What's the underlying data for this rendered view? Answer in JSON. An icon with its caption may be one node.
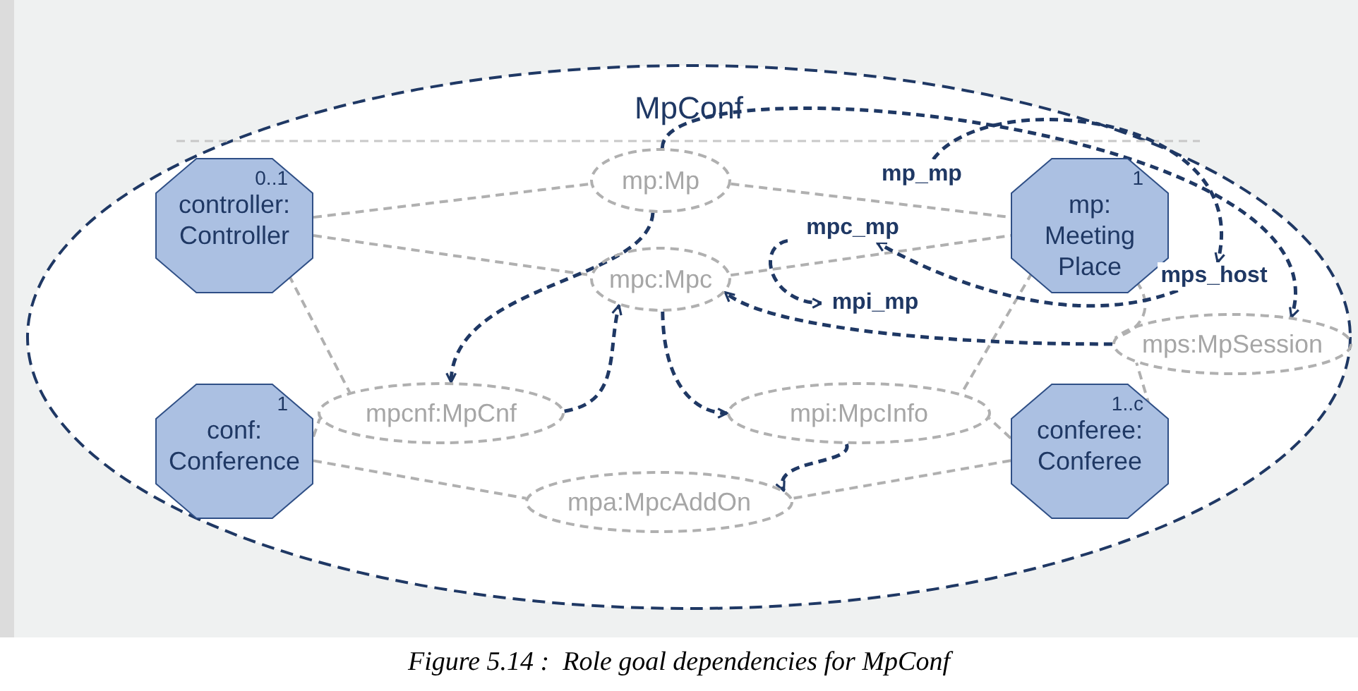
{
  "diagram": {
    "caption": "Figure 5.14 :  Role goal dependencies for MpConf",
    "nodes": [
      {
        "text": [
          "MpConf"
        ]
      },
      {
        "text": [
          "0..1",
          "controller: Controller"
        ],
        "in": 0
      },
      {
        "text": [
          "1",
          "conf: Conference"
        ],
        "in": 0
      },
      {
        "text": [
          "1",
          "mp: Meeting Place"
        ],
        "in": 0
      },
      {
        "text": [
          "1..c",
          "conferee: Conferee"
        ],
        "in": 0
      },
      {
        "text": [
          "mp:Mp"
        ],
        "in": 0
      },
      {
        "text": [
          "mpc:Mpc"
        ],
        "in": 0
      },
      {
        "text": [
          "mpcnf:MpCnf"
        ],
        "in": 0
      },
      {
        "text": [
          "mpi:MpcInfo"
        ],
        "in": 0
      },
      {
        "text": [
          "mpa:MpcAddOn"
        ],
        "in": 0
      },
      {
        "text": [
          "mps:MpSession"
        ],
        "in": 0
      },
      {
        "text": [
          "mp_mp"
        ],
        "in": 0
      },
      {
        "text": [
          "mpc_mp"
        ],
        "in": 0
      },
      {
        "text": [
          "mpi_mp"
        ],
        "in": 0
      },
      {
        "text": [
          "mps_host"
        ],
        "in": 0
      }
    ],
    "edges": [
      {
        "from": 1,
        "to": 5,
        "arrow": "none",
        "style": "dashed"
      },
      {
        "from": 1,
        "to": 6,
        "arrow": "none",
        "style": "dashed"
      },
      {
        "from": 1,
        "to": 7,
        "arrow": "none",
        "style": "dashed"
      },
      {
        "from": 2,
        "to": 7,
        "arrow": "none",
        "style": "dashed"
      },
      {
        "from": 2,
        "to": 9,
        "arrow": "none",
        "style": "dashed"
      },
      {
        "from": 5,
        "to": 3,
        "arrow": "none",
        "style": "dashed"
      },
      {
        "from": 6,
        "to": 3,
        "arrow": "none",
        "style": "dashed"
      },
      {
        "from": 3,
        "to": 8,
        "arrow": "none",
        "style": "dashed"
      },
      {
        "from": 3,
        "to": 10,
        "arrow": "none",
        "style": "dashed"
      },
      {
        "from": 4,
        "to": 8,
        "arrow": "none",
        "style": "dashed"
      },
      {
        "from": 4,
        "to": 9,
        "arrow": "none",
        "style": "dashed"
      },
      {
        "from": 4,
        "to": 10,
        "arrow": "none",
        "style": "dashed"
      },
      {
        "from": 5,
        "to": 7,
        "arrow": "to",
        "style": "dashed",
        "color": "#1f3864"
      },
      {
        "from": 7,
        "to": 6,
        "arrow": "to",
        "style": "dashed",
        "color": "#1f3864"
      },
      {
        "from": 6,
        "to": 8,
        "arrow": "to",
        "style": "dashed",
        "color": "#1f3864"
      },
      {
        "from": 8,
        "to": 9,
        "arrow": "to",
        "style": "dashed",
        "color": "#1f3864"
      },
      {
        "from": 10,
        "to": 6,
        "arrow": "to",
        "style": "dashed",
        "color": "#1f3864"
      },
      {
        "from": 5,
        "to": 10,
        "arrow": "to",
        "style": "dashed",
        "color": "#1f3864"
      },
      {
        "from": 11,
        "to": 14,
        "arrow": "to",
        "style": "dashed",
        "color": "#1f3864"
      },
      {
        "from": 14,
        "to": 12,
        "arrow": "to",
        "style": "dashed",
        "color": "#1f3864"
      },
      {
        "from": 12,
        "to": 13,
        "arrow": "to",
        "style": "dashed",
        "color": "#1f3864"
      }
    ]
  }
}
